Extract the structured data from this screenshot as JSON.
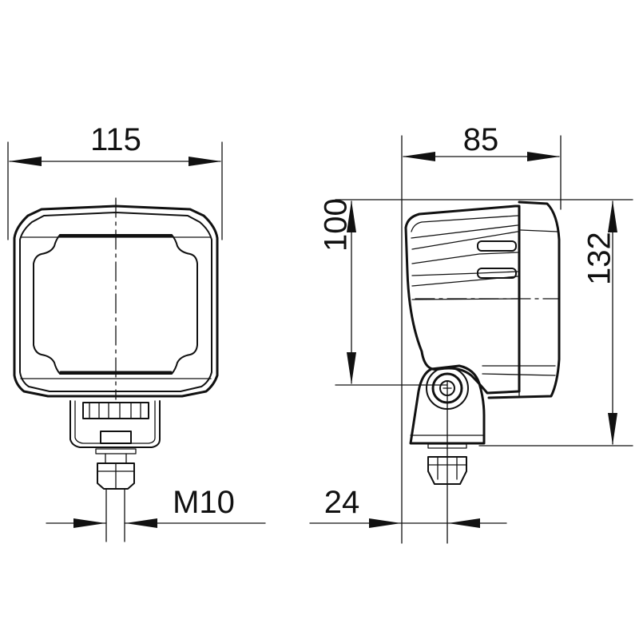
{
  "drawing": {
    "subject": "Square LED work lamp with mounting bracket",
    "views": [
      {
        "name": "front-view"
      },
      {
        "name": "side-view"
      }
    ]
  },
  "dimensions": {
    "width": {
      "value": "115",
      "view": "front-view",
      "orientation": "horizontal"
    },
    "thread": {
      "value": "M10",
      "view": "front-view",
      "orientation": "horizontal"
    },
    "depth": {
      "value": "85",
      "view": "side-view",
      "orientation": "horizontal"
    },
    "pivot_height": {
      "value": "100",
      "view": "side-view",
      "orientation": "vertical"
    },
    "total_height": {
      "value": "132",
      "view": "side-view",
      "orientation": "vertical"
    },
    "mount_offset": {
      "value": "24",
      "view": "side-view",
      "orientation": "horizontal"
    }
  },
  "colors": {
    "line": "#111111",
    "background": "#ffffff"
  }
}
